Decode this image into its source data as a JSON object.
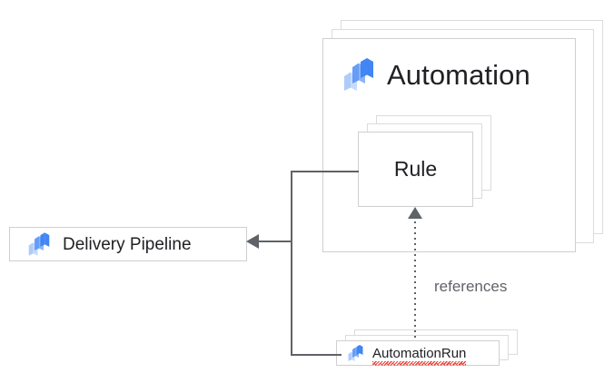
{
  "diagram": {
    "type": "architecture-relationship-diagram",
    "background_color": "#ffffff",
    "nodes": {
      "automation": {
        "label": "Automation",
        "icon": "google-cloud-deploy-icon",
        "stacked": true,
        "stack_count": 3
      },
      "rule": {
        "label": "Rule",
        "stacked": true,
        "stack_count": 3
      },
      "delivery_pipeline": {
        "label": "Delivery Pipeline",
        "icon": "google-cloud-deploy-icon",
        "stacked": false
      },
      "automation_run": {
        "label": "AutomationRun",
        "icon": "google-cloud-deploy-icon",
        "stacked": true,
        "stack_count": 3,
        "spellcheck_underline": true
      }
    },
    "edges": {
      "references_label": "references"
    },
    "colors": {
      "text": "#202124",
      "muted_text": "#5f6368",
      "connector": "#5f6368",
      "box_border": "#cfcfcf",
      "stack_border": "#dcdcdc",
      "icon_dark_blue": "#4285f4",
      "icon_mid_blue": "#669df6",
      "icon_light_blue": "#aecbfa",
      "spellcheck_red": "#e8453c"
    }
  }
}
